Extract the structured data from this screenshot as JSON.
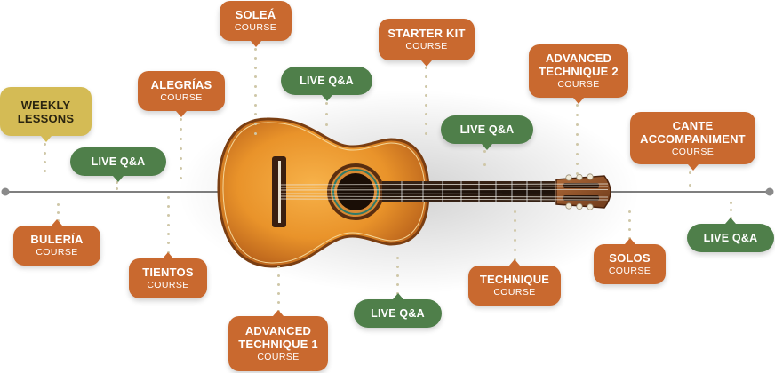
{
  "items": [
    {
      "kind": "weekly",
      "line1": "WEEKLY",
      "line2": "LESSONS",
      "sub": ""
    },
    {
      "kind": "course",
      "line1": "BULERÍA",
      "line2": "",
      "sub": "COURSE"
    },
    {
      "kind": "qa",
      "line1": "LIVE Q&A",
      "line2": "",
      "sub": ""
    },
    {
      "kind": "course",
      "line1": "ALEGRÍAS",
      "line2": "",
      "sub": "COURSE"
    },
    {
      "kind": "course",
      "line1": "TIENTOS",
      "line2": "",
      "sub": "COURSE"
    },
    {
      "kind": "course",
      "line1": "SOLEÁ",
      "line2": "",
      "sub": "COURSE"
    },
    {
      "kind": "qa",
      "line1": "LIVE Q&A",
      "line2": "",
      "sub": ""
    },
    {
      "kind": "course",
      "line1": "ADVANCED",
      "line2": "TECHNIQUE 1",
      "sub": "COURSE"
    },
    {
      "kind": "course",
      "line1": "STARTER KIT",
      "line2": "",
      "sub": "COURSE"
    },
    {
      "kind": "qa",
      "line1": "LIVE Q&A",
      "line2": "",
      "sub": ""
    },
    {
      "kind": "qa",
      "line1": "LIVE Q&A",
      "line2": "",
      "sub": ""
    },
    {
      "kind": "course",
      "line1": "TECHNIQUE",
      "line2": "",
      "sub": "COURSE"
    },
    {
      "kind": "course",
      "line1": "ADVANCED",
      "line2": "TECHNIQUE 2",
      "sub": "COURSE"
    },
    {
      "kind": "course",
      "line1": "SOLOS",
      "line2": "",
      "sub": "COURSE"
    },
    {
      "kind": "course",
      "line1": "CANTE",
      "line2": "ACCOMPANIMENT",
      "sub": "COURSE"
    },
    {
      "kind": "qa",
      "line1": "LIVE Q&A",
      "line2": "",
      "sub": ""
    }
  ],
  "colors": {
    "course": "#c9692f",
    "qa": "#4f7f4a",
    "weekly": "#d4bb55",
    "timeline": "#555555"
  }
}
